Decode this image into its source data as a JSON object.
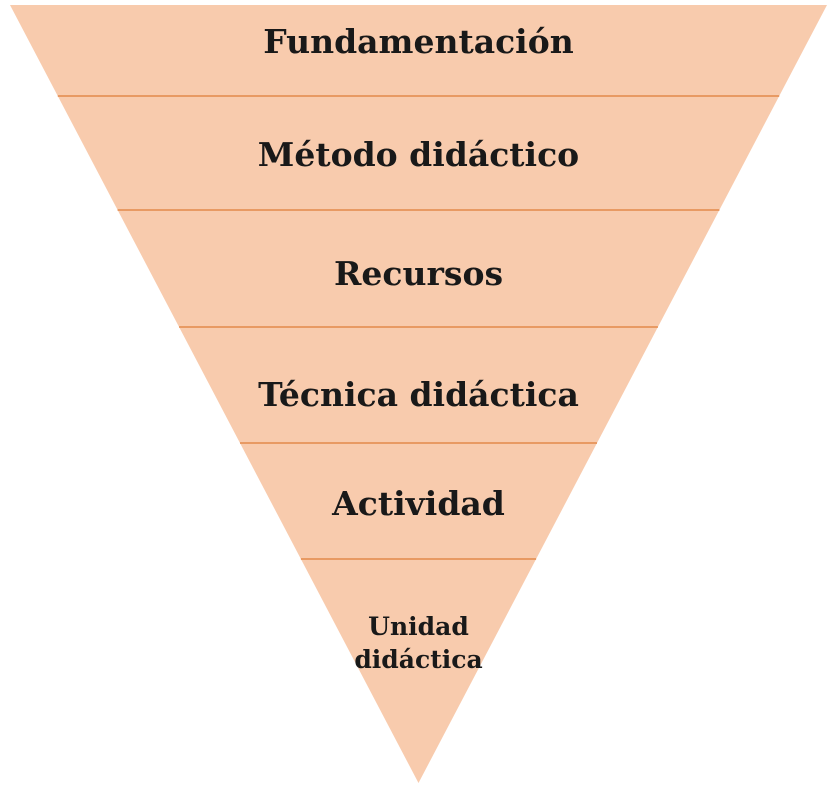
{
  "diagram": {
    "type": "inverted-pyramid",
    "levels": [
      {
        "label": "Fundamentación"
      },
      {
        "label": "Método didáctico"
      },
      {
        "label": "Recursos"
      },
      {
        "label": "Técnica didáctica"
      },
      {
        "label": "Actividad"
      },
      {
        "label": "Unidad didáctica",
        "line1": "Unidad",
        "line2": "didáctica"
      }
    ],
    "colors": {
      "fill": "#f8cbad",
      "divider": "#e89a63",
      "text": "#191919",
      "background": "#ffffff"
    }
  }
}
